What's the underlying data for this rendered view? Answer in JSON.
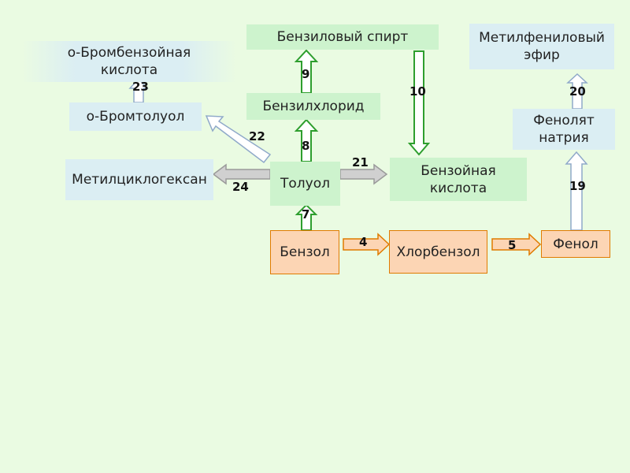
{
  "nodes": {
    "bromobenzoic_acid": "о-Бромбензойная кислота",
    "benzyl_alcohol": "Бензиловый спирт",
    "methyl_phenyl_ether": "Метилфениловый эфир",
    "bromotoluene": "о-Бромтолуол",
    "benzyl_chloride": "Бензилхлорид",
    "sodium_phenolate": "Фенолят натрия",
    "methylcyclohexane": "Метилциклогексан",
    "toluene": "Толуол",
    "benzoic_acid": "Бензойная кислота",
    "benzene": "Бензол",
    "chlorobenzene": "Хлорбензол",
    "phenol": "Фенол"
  },
  "reactions": {
    "r4": "4",
    "r5": "5",
    "r7": "7",
    "r8": "8",
    "r9": "9",
    "r10": "10",
    "r19": "19",
    "r20": "20",
    "r21": "21",
    "r22": "22",
    "r23": "23",
    "r24": "24"
  },
  "colors": {
    "background": "#eafbe2",
    "green_arrow": "#2e9e2e",
    "gray_arrow": "#9a9a9a",
    "blue_arrow": "#8fa9c9",
    "orange_arrow": "#e07b00"
  }
}
